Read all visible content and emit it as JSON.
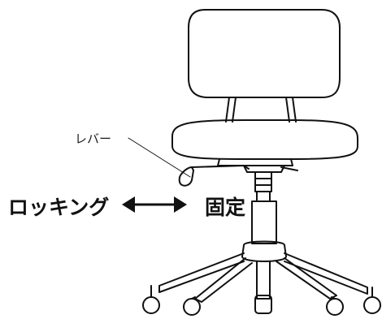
{
  "labels": {
    "lever": "レバー",
    "locking": "ロッキング",
    "fixed": "固定"
  },
  "colors": {
    "line": "#111111",
    "background": "#ffffff"
  }
}
